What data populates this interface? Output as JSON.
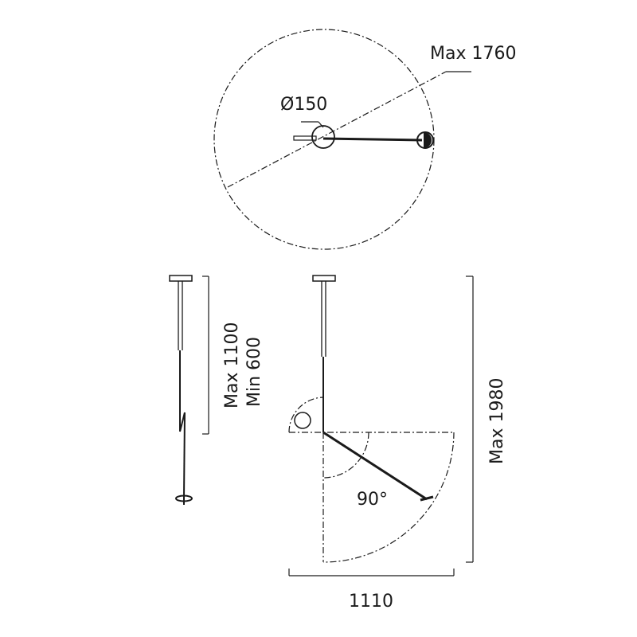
{
  "labels": {
    "max_span": "Max 1760",
    "diameter": "Ø150",
    "max_height_a": "Max 1100",
    "min_height_a": "Min 600",
    "max_height_b": "Max 1980",
    "angle": "90°",
    "width": "1110"
  },
  "colors": {
    "ink": "#1a1a1a",
    "background": "#ffffff"
  }
}
